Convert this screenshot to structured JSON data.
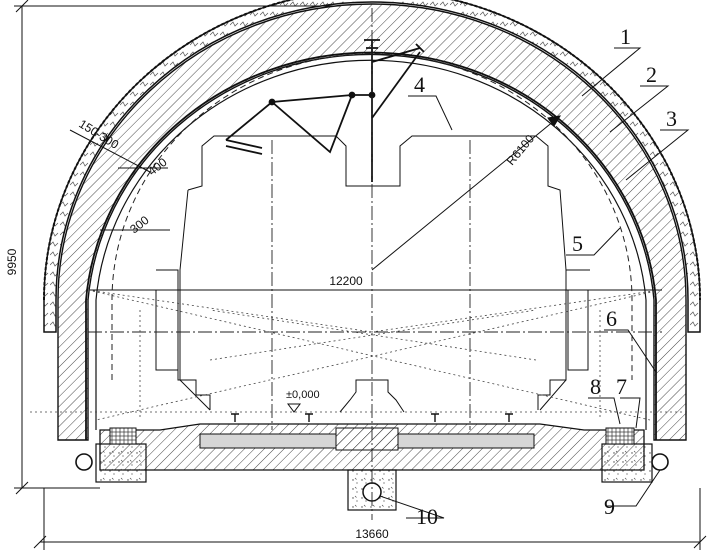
{
  "callouts": {
    "c1": "1",
    "c2": "2",
    "c3": "3",
    "c4": "4",
    "c5": "5",
    "c6": "6",
    "c7": "7",
    "c8": "8",
    "c9": "9",
    "c10": "10"
  },
  "dimensions": {
    "height_total": "9950",
    "width_total": "13660",
    "span_inner": "12200",
    "radius": "R6100",
    "shotcrete": "150-300",
    "lining": "400",
    "clearance": "300",
    "elevation": "±0,000"
  },
  "colors": {
    "line": "#222222",
    "fill": "#ffffff"
  }
}
